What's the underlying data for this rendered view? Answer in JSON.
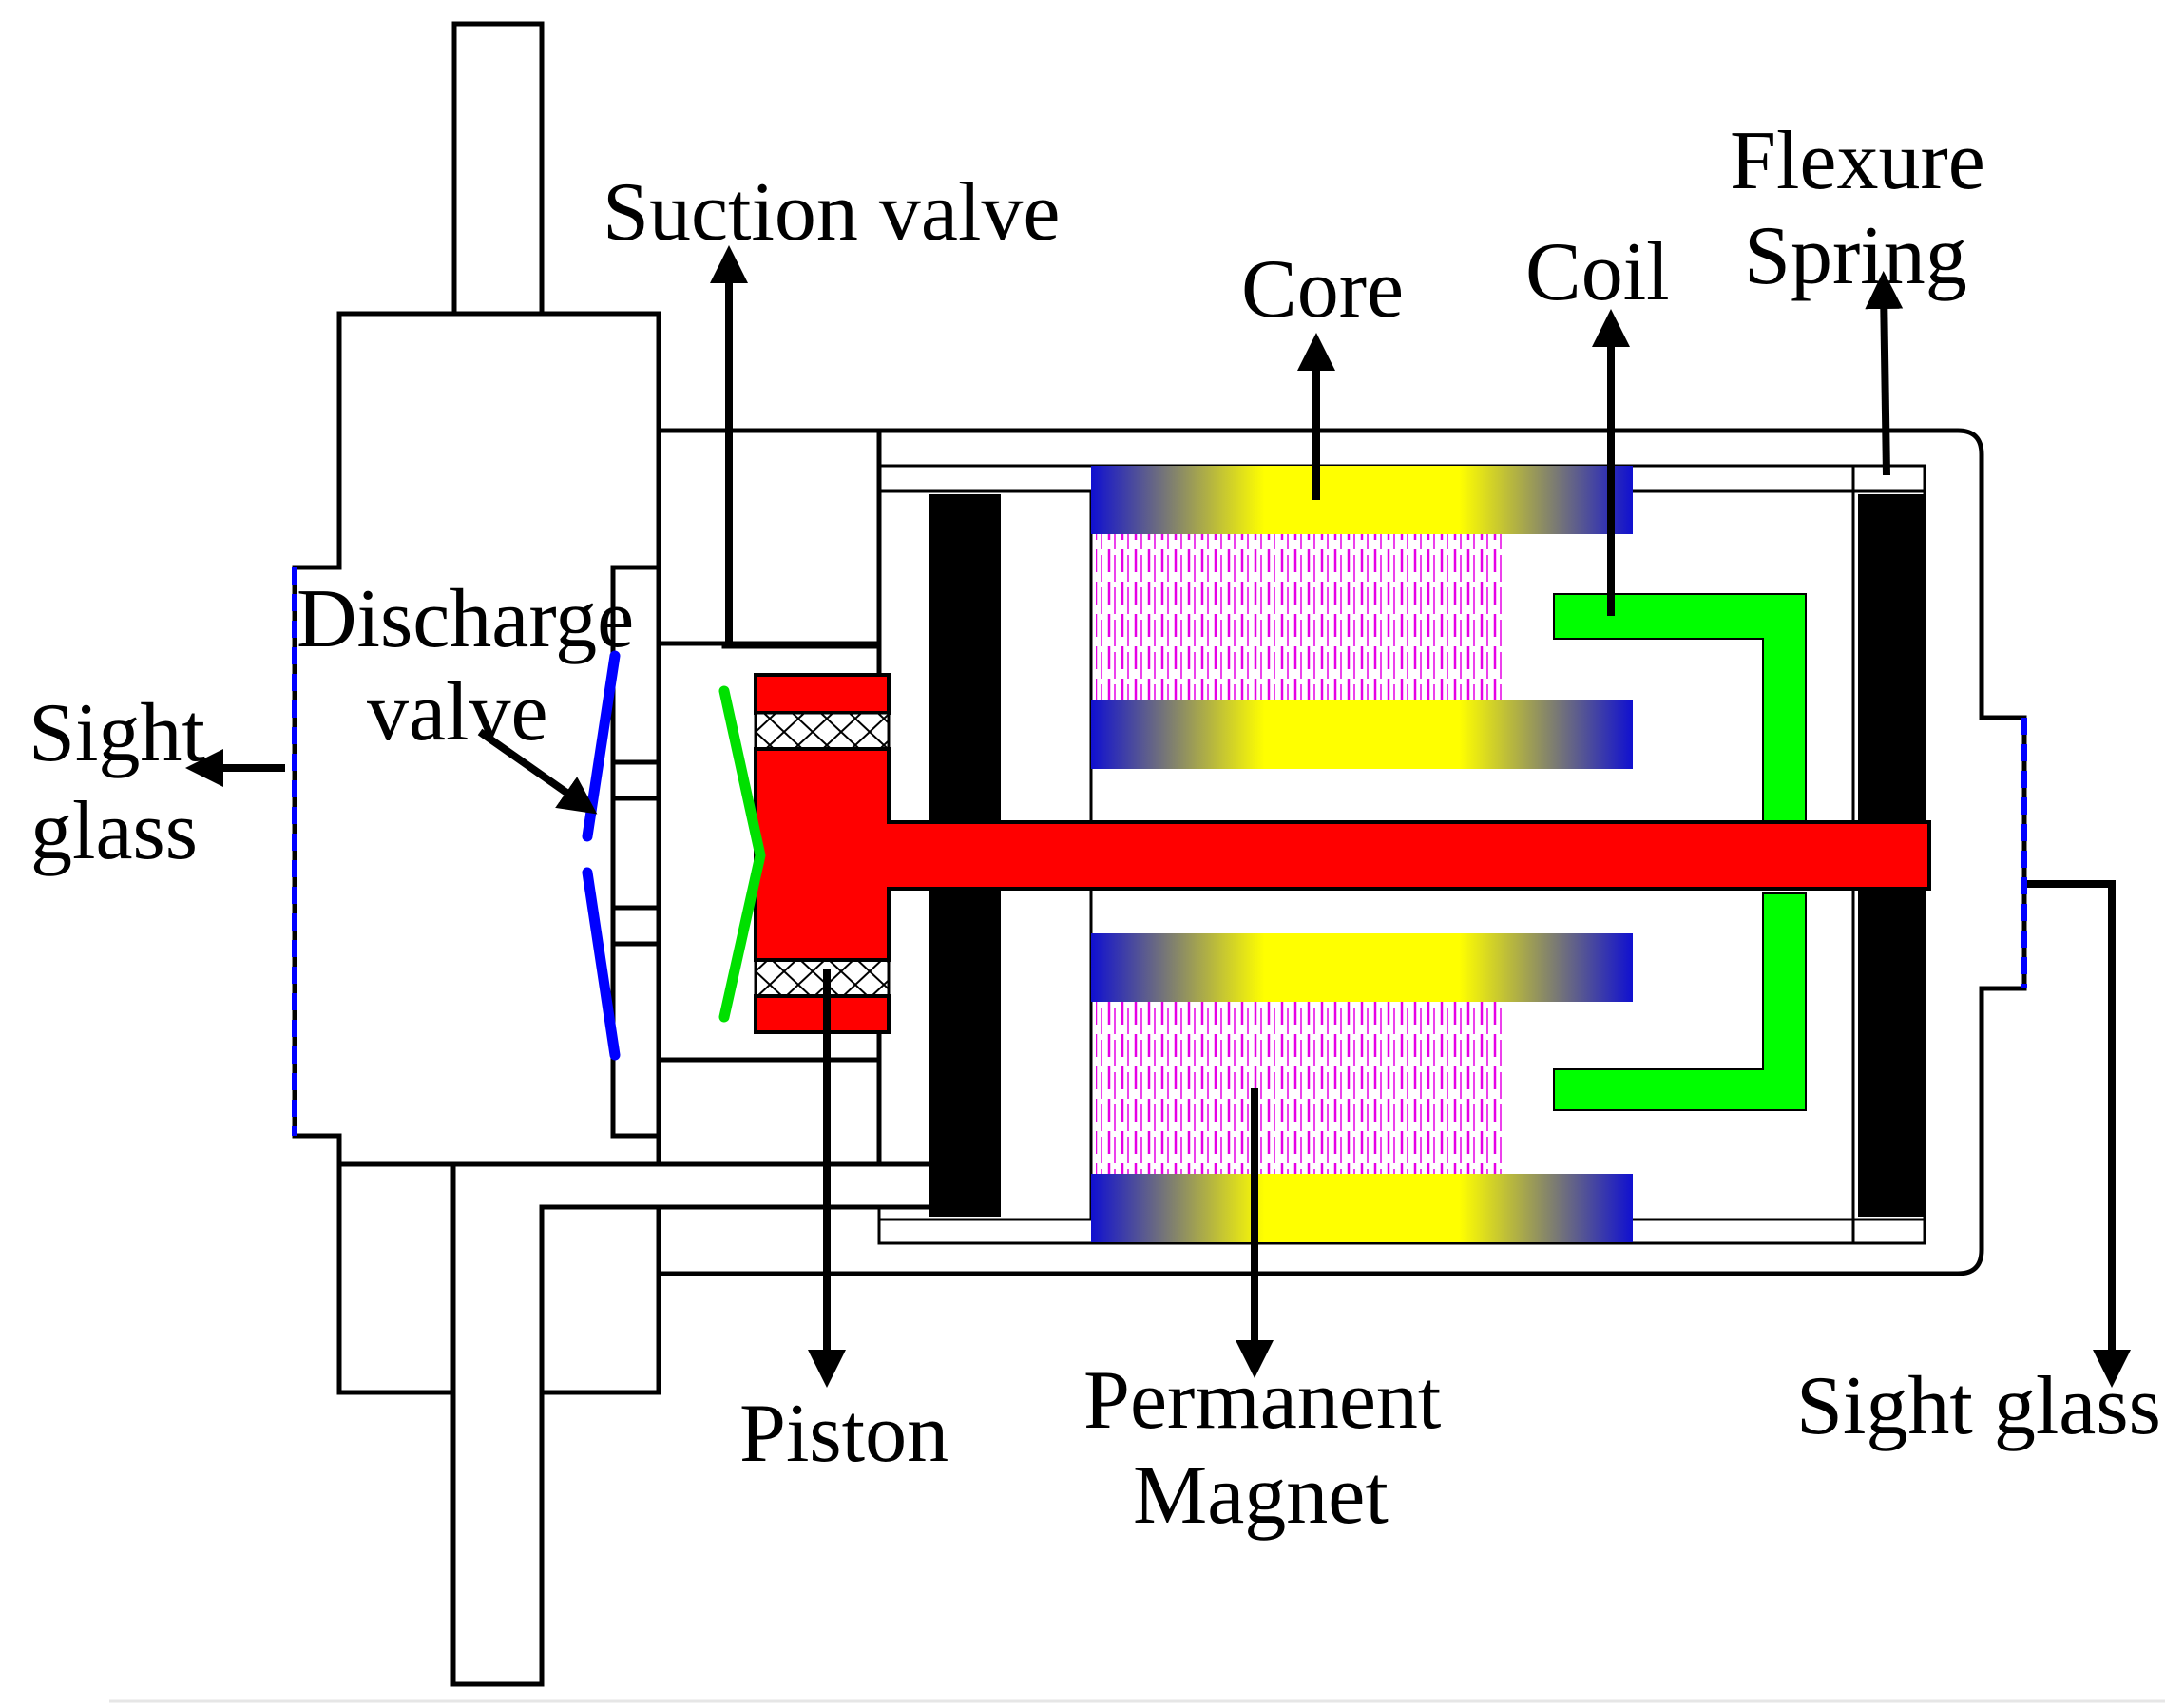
{
  "labels": {
    "suction_valve": "Suction valve",
    "core": "Core",
    "coil": "Coil",
    "flexure_spring_line1": "Flexure",
    "flexure_spring_line2": "Spring",
    "discharge_valve_line1": "Discharge",
    "discharge_valve_line2": "valve",
    "sight_glass_left_line1": "Sight",
    "sight_glass_left_line2": "glass",
    "piston": "Piston",
    "permanent_magnet_line1": "Permanent",
    "permanent_magnet_line2": "Magnet",
    "sight_glass_right": "Sight glass"
  },
  "colors": {
    "piston": "#ff0000",
    "coil": "#00ff00",
    "core_end": "#1010d0",
    "core_center": "#ffff00",
    "magnet_lines": "#e600e6",
    "valve": "#0000ff",
    "sight_glass": "#0000ff",
    "flexure_spring": "#000000"
  }
}
